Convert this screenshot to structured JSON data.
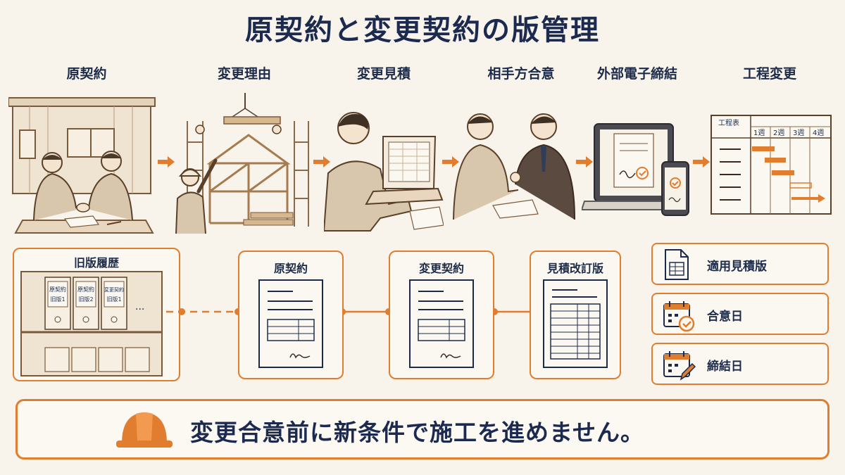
{
  "title": "原契約と変更契約の版管理",
  "steps": [
    {
      "label": "原契約"
    },
    {
      "label": "変更理由"
    },
    {
      "label": "変更見積"
    },
    {
      "label": "相手方合意"
    },
    {
      "label": "外部電子締結"
    },
    {
      "label": "工程変更"
    }
  ],
  "schedule": {
    "title": "工程表",
    "weeks": [
      "1週",
      "2週",
      "3週",
      "4週"
    ]
  },
  "history": {
    "title": "旧版履歴",
    "binders": [
      {
        "line1": "原契約",
        "line2": "旧版1"
      },
      {
        "line1": "原契約",
        "line2": "旧版2"
      },
      {
        "line1": "変更契約",
        "line2": "旧版1"
      }
    ],
    "more": "..."
  },
  "documents": [
    {
      "title": "原契約"
    },
    {
      "title": "変更契約"
    },
    {
      "title": "見積改訂版"
    }
  ],
  "info_items": [
    {
      "label": "適用見積版",
      "icon": "spreadsheet-document-icon"
    },
    {
      "label": "合意日",
      "icon": "calendar-check-icon"
    },
    {
      "label": "締結日",
      "icon": "calendar-pen-icon"
    }
  ],
  "banner": {
    "text": "変更合意前に新条件で施工を進めません。",
    "icon": "hard-hat-icon"
  },
  "colors": {
    "accent": "#e07d2e",
    "navy": "#1b2a4e",
    "sepia": "#7a5a3a",
    "background": "#f8f4ec"
  }
}
